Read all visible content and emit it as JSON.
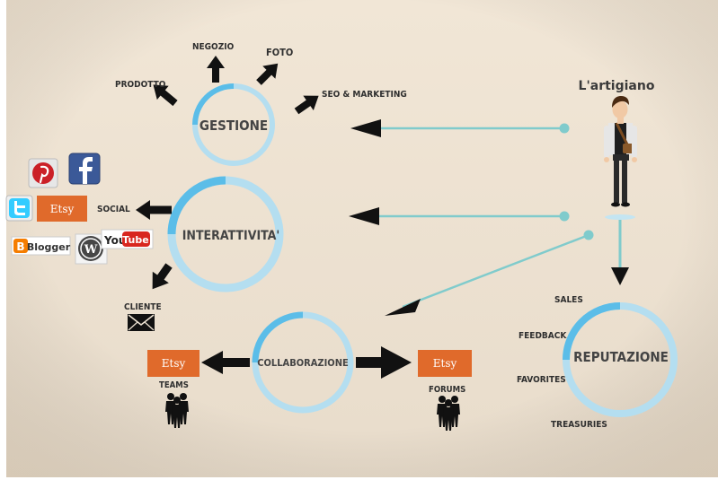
{
  "colors": {
    "background_top": "#f1e6d6",
    "background_bottom": "#e8dccb",
    "ring_light": "#b4def0",
    "ring_dark": "#5bbde8",
    "connector": "#80cbcc",
    "arrow": "#111111",
    "etsy": "#e06a2b"
  },
  "actor": {
    "label": "L'artigiano"
  },
  "hubs": {
    "gestione": "GESTIONE",
    "interattivita": "INTERATTIVITA'",
    "collaborazione": "COLLABORAZIONE",
    "reputazione": "REPUTAZIONE"
  },
  "labels": {
    "prodotto": "PRODOTTO",
    "negozio": "NEGOZIO",
    "foto": "FOTO",
    "seo": "SEO & MARKETING",
    "social": "SOCIAL",
    "cliente": "CLIENTE",
    "teams": "TEAMS",
    "forums": "FORUMS",
    "sales": "SALES",
    "feedback": "FEEDBACK",
    "favorites": "FAVORITES",
    "treasuries": "TREASURIES"
  },
  "logos": {
    "etsy": "Etsy",
    "youtube_you": "You",
    "youtube_tube": "Tube",
    "blogger": "Blogger"
  },
  "icons": [
    "pinterest-icon",
    "facebook-icon",
    "twitter-icon",
    "wordpress-icon",
    "envelope-icon",
    "people-icon"
  ]
}
